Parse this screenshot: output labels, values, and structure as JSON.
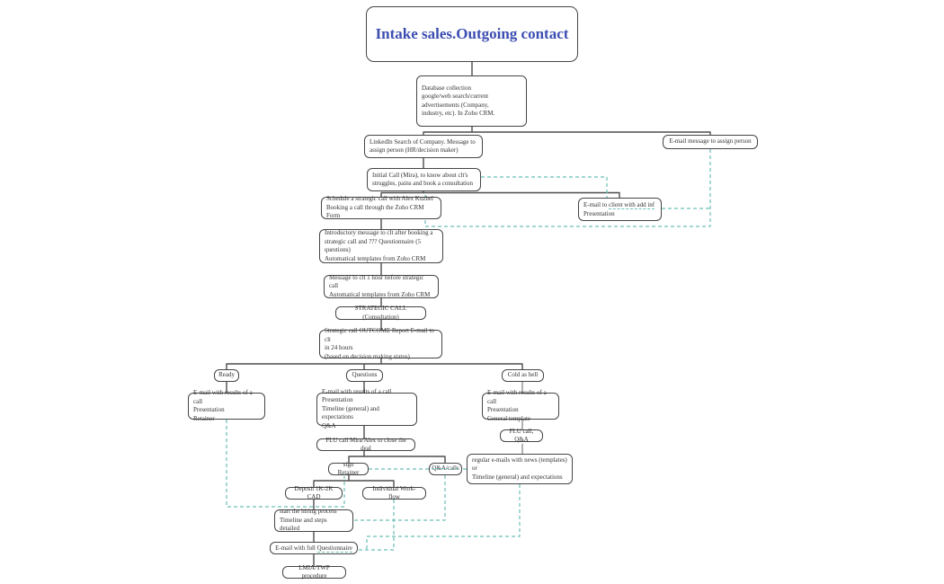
{
  "colors": {
    "accent_dashed": "#6abfb7",
    "connector": "#4d4d4d",
    "connector_muted": "#9e9e9e",
    "title_text": "#3c4db1",
    "node_border": "#454545",
    "node_text": "#333333"
  },
  "nodes": {
    "title": {
      "text": "Intake sales.Outgoing contact"
    },
    "database": {
      "text": "Database collection\ngoogle/web search/current\nadvertisements (Company,\nindustry, etc). In Zoho CRM."
    },
    "linkedin": {
      "text": "LinkedIn Search of Company. Message to\nassign person (HR/decision maker)"
    },
    "email_assign": {
      "text": "E-mail message to assign person"
    },
    "initial_call": {
      "text": "Initial Call (Mira), to know about clt's\nstruggles, pains and book a consultation"
    },
    "schedule": {
      "text": "Schedule a strategic call  with Alex Kuzhel\nBooking a call through the Zoho CRM Form"
    },
    "email_client": {
      "pre": "E-mail to ",
      "underlined": "client with add inf",
      "post": "\nPresentation"
    },
    "intro_message": {
      "text": "Introductory message to clt  after booking a\nstrategic call and ??? Questionnaire (5\nquestions)\nAutomatical templates from Zoho CRM"
    },
    "msg_1hour": {
      "text": "Message to clt 1 hour before strategic call\nAutomatical templates from Zoho CRM"
    },
    "strategic_call": {
      "text": "STRATEGIC CALL (Consultation)"
    },
    "outcome": {
      "text": "Strategic call OUTCOME Report E-mail to clt\nin 24 hours\n(based on decision making status)"
    },
    "ready": {
      "text": "Ready"
    },
    "questions": {
      "text": "Questions"
    },
    "cold": {
      "text": "Cold as hell"
    },
    "ready_email": {
      "text": "E-mail with results of a call\nPresentation\nRetainer"
    },
    "questions_email": {
      "text": "E-mail with results of a call\nPresentation\nTimeline (general) and expectations\nQ&A"
    },
    "cold_email": {
      "text": "E-mail with results of a call\nPresentation\nGeneral template"
    },
    "flu_close": {
      "text": "FLU call Mira/Alex to close the deal"
    },
    "flu_qa": {
      "text": "FLU call, Q&A"
    },
    "sign_retainer": {
      "text": "sign Retainer"
    },
    "qa_calls": {
      "text": "Q&A/calls"
    },
    "regular_emails": {
      "text": "regular e-mails with news (templates)\nor\nTimeline (general) and expectations"
    },
    "deposit": {
      "text": "Deposit 1K-2K CAD"
    },
    "individual": {
      "text": "Individual Work-flow"
    },
    "start_hiring": {
      "text": "start the hiring process\nTimeline and steps detailed"
    },
    "email_quest": {
      "pre": "E-mail with full ",
      "underlined": "Questionnaire"
    },
    "lmia": {
      "text": "LMIA/TWP procedure"
    }
  }
}
